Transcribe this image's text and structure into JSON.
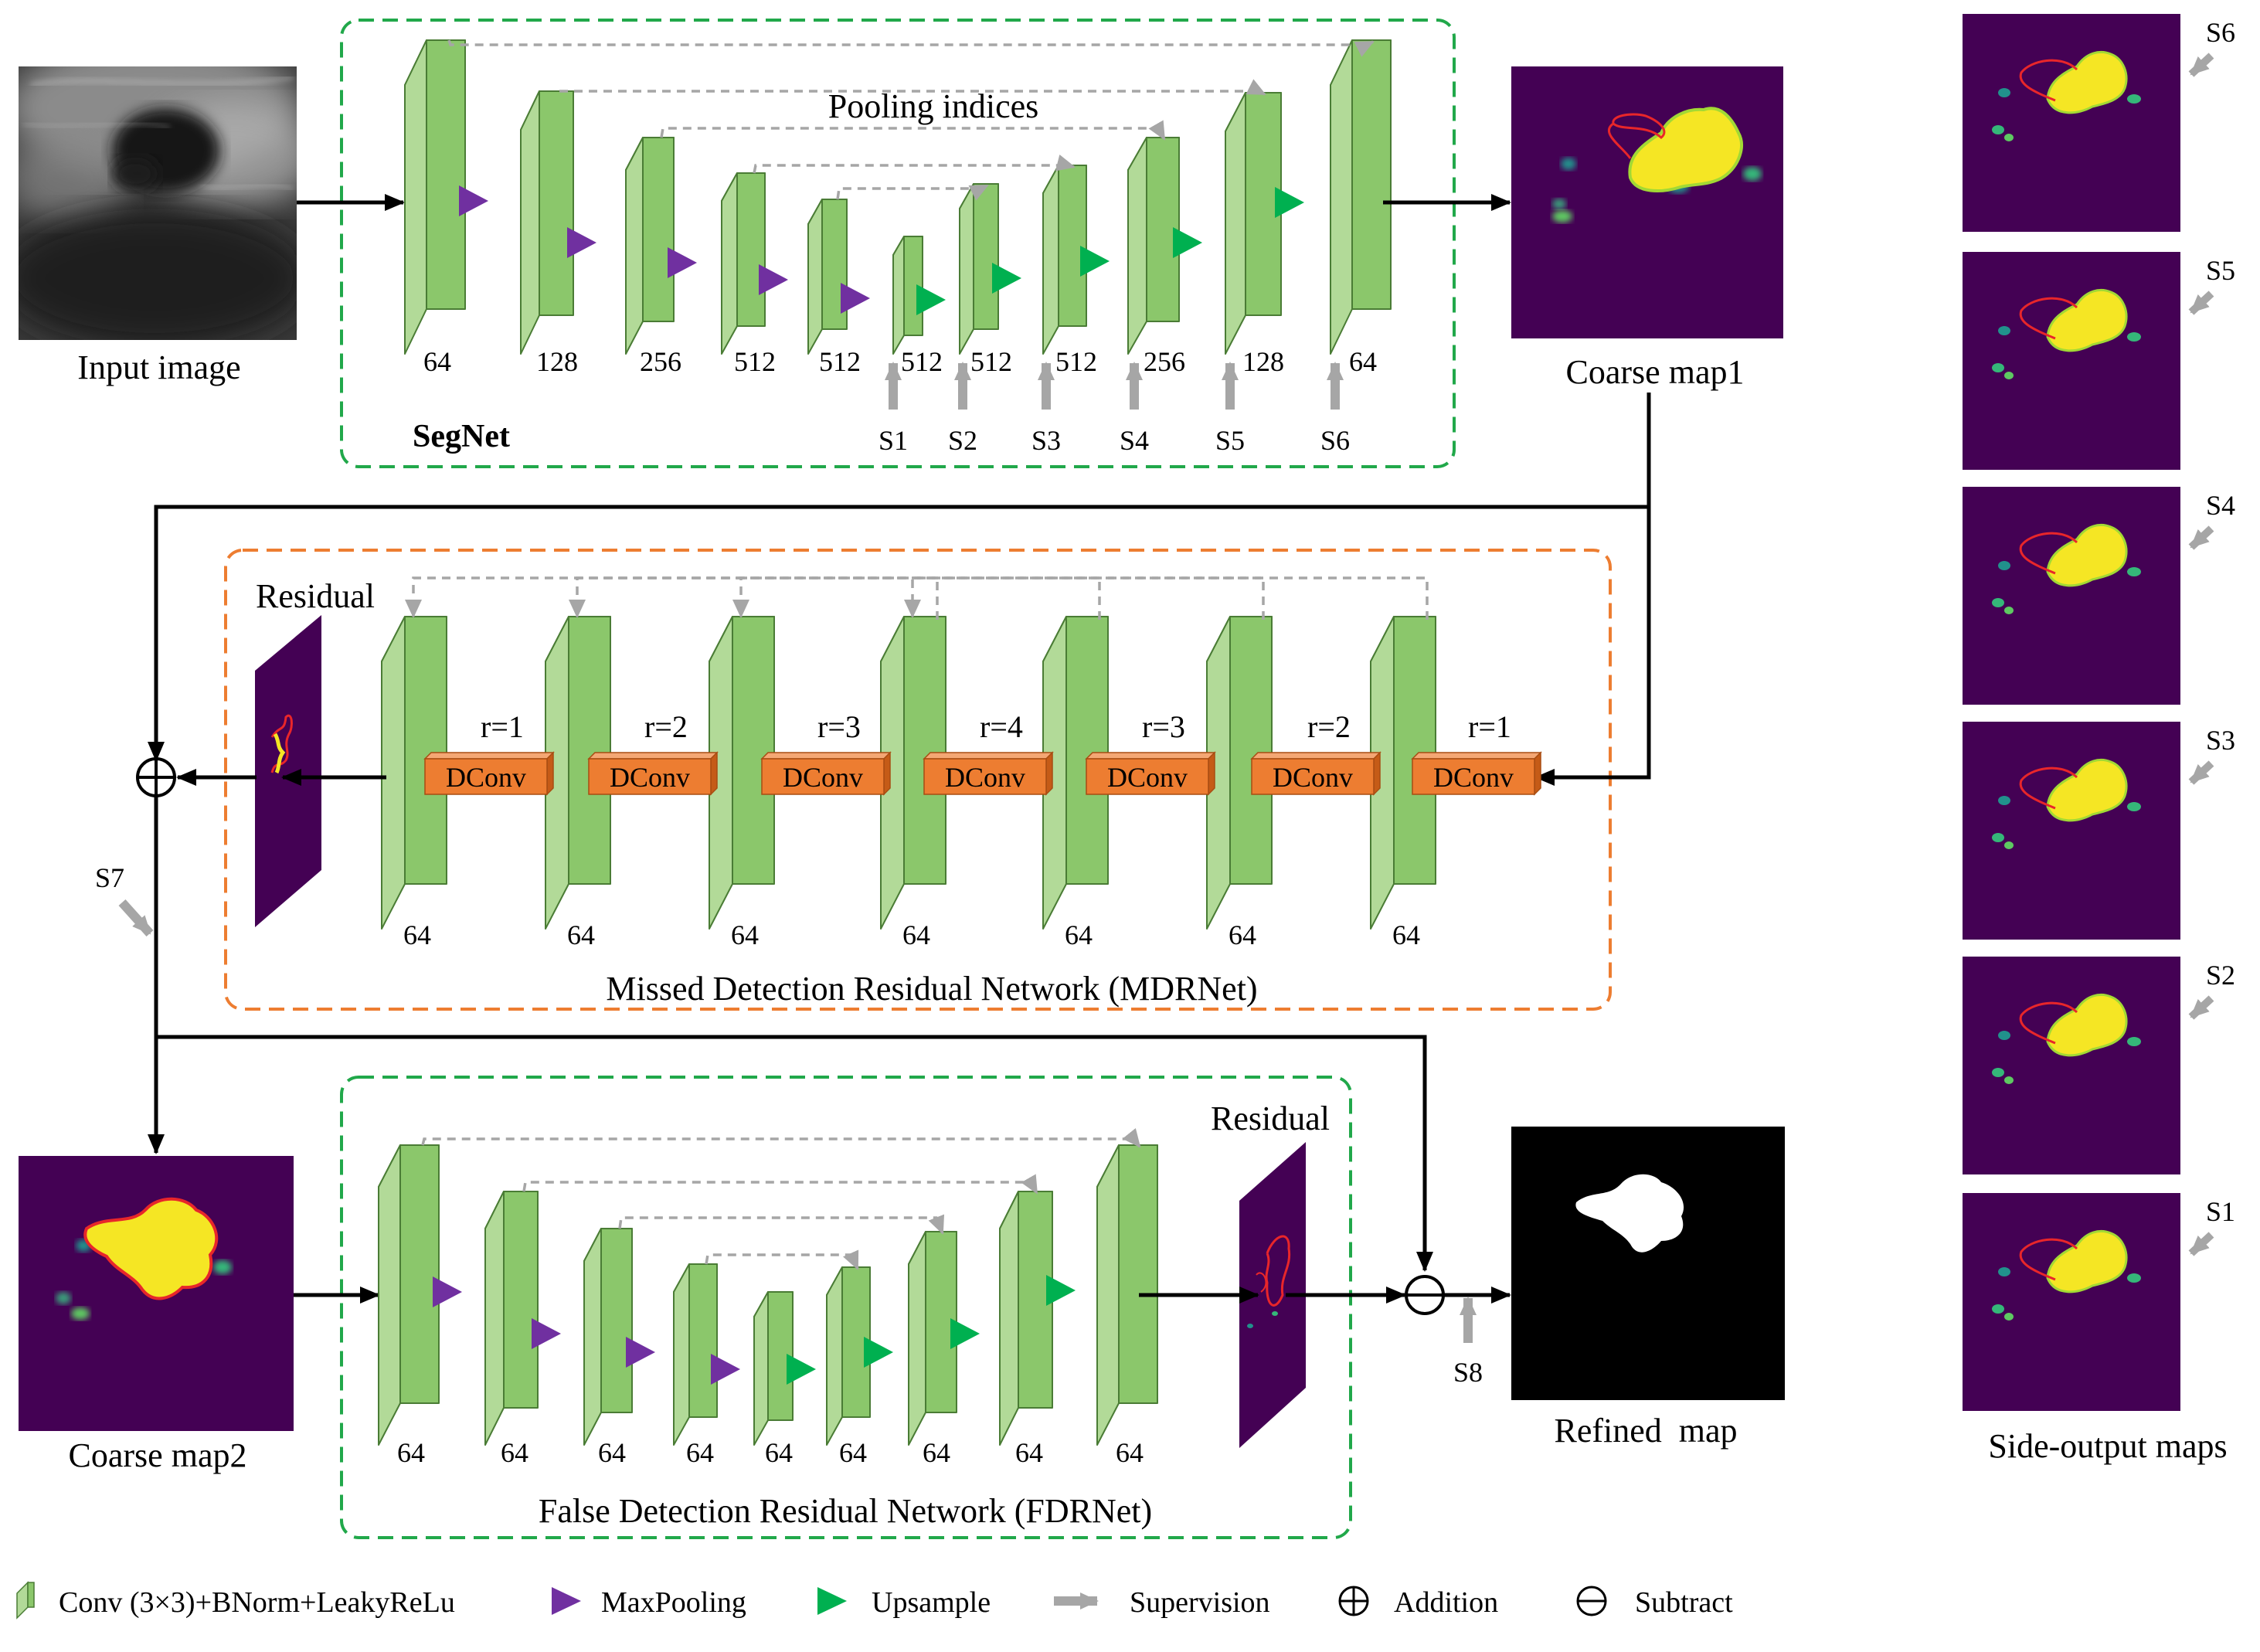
{
  "colors": {
    "block_front": "#8bc76b",
    "block_side": "#b2da98",
    "block_top": "#cbe8b4",
    "block_edge": "#4a7c35",
    "maxpool": "#7030a0",
    "upsample": "#00b050",
    "supervision": "#a6a6a6",
    "segnet_box": "#21a84a",
    "mdrnet_box": "#ed7d31",
    "fdrnet_box": "#21a84a",
    "dconv_fill": "#ed7d31",
    "map_background": "#440154",
    "map_lesion": "#f5e624",
    "map_contour": "#e8262a",
    "refined_background": "#000000"
  },
  "input": {
    "label": "Input image"
  },
  "segnet": {
    "title": "SegNet",
    "pooling_label": "Pooling indices",
    "channels": [
      "64",
      "128",
      "256",
      "512",
      "512",
      "512",
      "512",
      "512",
      "256",
      "128",
      "64"
    ],
    "supervision": [
      "S1",
      "S2",
      "S3",
      "S4",
      "S5",
      "S6"
    ]
  },
  "coarse_map1": {
    "label": "Coarse map1"
  },
  "mdrnet": {
    "title": "Missed Detection Residual Network (MDRNet)",
    "residual_label": "Residual",
    "channels": [
      "64",
      "64",
      "64",
      "64",
      "64",
      "64",
      "64"
    ],
    "dconv_label": "DConv",
    "rates": [
      "r=1",
      "r=2",
      "r=3",
      "r=4",
      "r=3",
      "r=2",
      "r=1"
    ],
    "supervision": "S7"
  },
  "coarse_map2": {
    "label": "Coarse map2"
  },
  "fdrnet": {
    "title": "False Detection Residual Network (FDRNet)",
    "residual_label": "Residual",
    "channels": [
      "64",
      "64",
      "64",
      "64",
      "64",
      "64",
      "64",
      "64",
      "64"
    ],
    "supervision": "S8"
  },
  "refined_map": {
    "label": "Refined  map"
  },
  "side_outputs": {
    "label": "Side-output maps",
    "maps": [
      "S6",
      "S5",
      "S4",
      "S3",
      "S2",
      "S1"
    ]
  },
  "legend": {
    "conv": "Conv (3×3)+BNorm+LeakyReLu",
    "maxpool": "MaxPooling",
    "upsample": "Upsample",
    "supervision": "Supervision",
    "addition": "Addition",
    "subtract": "Subtract"
  }
}
